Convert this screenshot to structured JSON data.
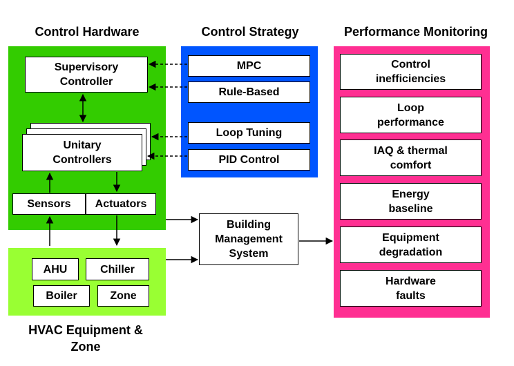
{
  "headers": {
    "control_hardware": "Control Hardware",
    "control_strategy": "Control Strategy",
    "performance_monitoring": "Performance Monitoring",
    "hvac_equipment_zone": "HVAC Equipment &\nZone"
  },
  "hardware": {
    "supervisory_controller": "Supervisory\nController",
    "unitary_controllers": "Unitary\nControllers",
    "sensors": "Sensors",
    "actuators": "Actuators"
  },
  "strategy": {
    "mpc": "MPC",
    "rule_based": "Rule-Based",
    "loop_tuning": "Loop Tuning",
    "pid_control": "PID Control"
  },
  "bms": "Building\nManagement\nSystem",
  "equipment": {
    "ahu": "AHU",
    "chiller": "Chiller",
    "boiler": "Boiler",
    "zone": "Zone"
  },
  "monitoring": {
    "items": [
      "Control\ninefficiencies",
      "Loop\nperformance",
      "IAQ & thermal\ncomfort",
      "Energy\nbaseline",
      "Equipment\ndegradation",
      "Hardware\nfaults"
    ]
  },
  "colors": {
    "hardware_panel": "#33CC00",
    "strategy_panel": "#0055FF",
    "monitoring_panel": "#FF2F92",
    "equipment_panel": "#99FF33"
  }
}
